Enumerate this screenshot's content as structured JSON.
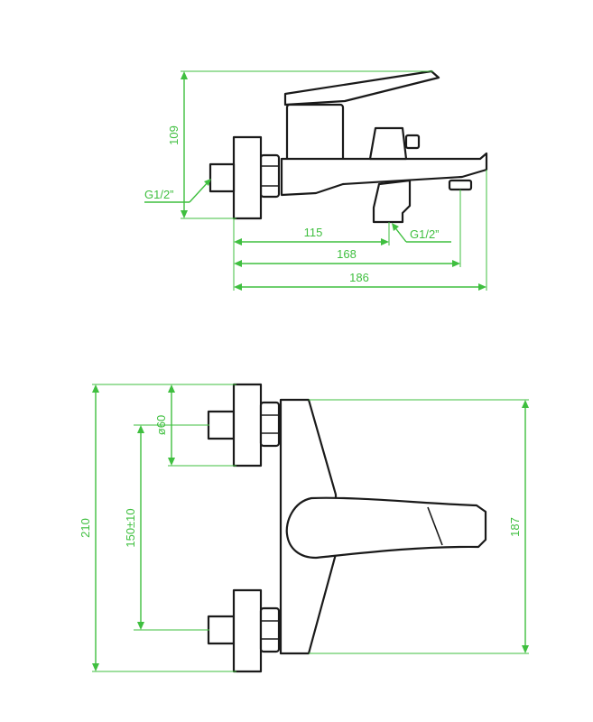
{
  "top_view": {
    "dim_height": "109",
    "dim_inlet_thread": "G1/2”",
    "dim_outlet_thread": "G1/2”",
    "dim_115": "115",
    "dim_168": "168",
    "dim_186": "186"
  },
  "front_view": {
    "dim_total_height": "210",
    "dim_flange_diameter": "ø60",
    "dim_centers": "150±10",
    "dim_body_height": "187"
  },
  "colors": {
    "dimension": "#3fbf3f",
    "outline": "#1a1a1a"
  }
}
